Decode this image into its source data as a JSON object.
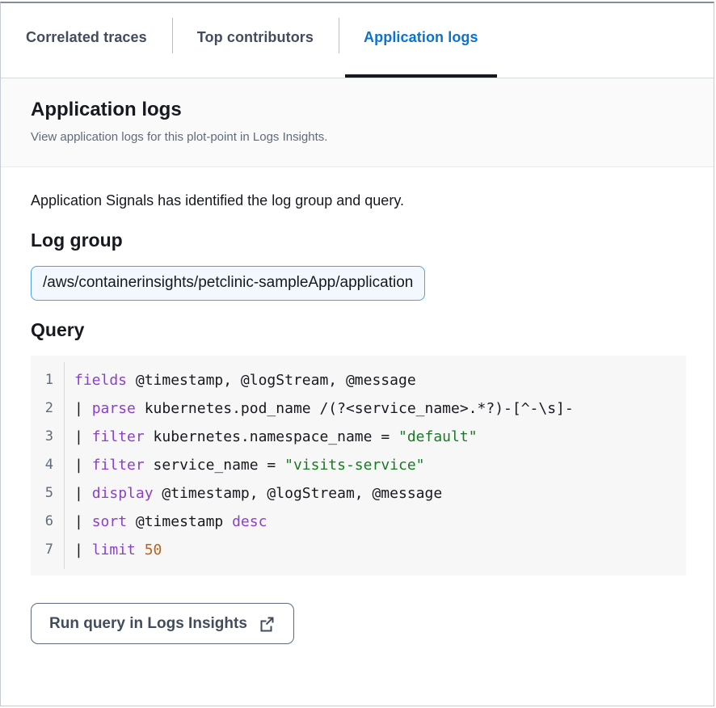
{
  "tabs": [
    {
      "label": "Correlated traces",
      "active": false,
      "name": "tab-correlated-traces"
    },
    {
      "label": "Top contributors",
      "active": false,
      "name": "tab-top-contributors"
    },
    {
      "label": "Application logs",
      "active": true,
      "name": "tab-application-logs"
    }
  ],
  "section": {
    "title": "Application logs",
    "subtitle": "View application logs for this plot-point in Logs Insights."
  },
  "content": {
    "intro": "Application Signals has identified the log group and query.",
    "log_group_label": "Log group",
    "log_group_value": "/aws/containerinsights/petclinic-sampleApp/application",
    "query_label": "Query"
  },
  "query": {
    "lines": [
      {
        "number": "1",
        "segments": [
          {
            "text": "fields",
            "style": "kw"
          },
          {
            "text": " @timestamp, @logStream, @message",
            "style": "plain"
          }
        ]
      },
      {
        "number": "2",
        "segments": [
          {
            "text": "| ",
            "style": "pipe"
          },
          {
            "text": "parse",
            "style": "kw"
          },
          {
            "text": " kubernetes.pod_name /(?<service_name>.*?)-[^-\\s]-",
            "style": "plain"
          }
        ]
      },
      {
        "number": "3",
        "segments": [
          {
            "text": "| ",
            "style": "pipe"
          },
          {
            "text": "filter",
            "style": "kw"
          },
          {
            "text": " kubernetes.namespace_name = ",
            "style": "plain"
          },
          {
            "text": "\"default\"",
            "style": "str"
          }
        ]
      },
      {
        "number": "4",
        "segments": [
          {
            "text": "| ",
            "style": "pipe"
          },
          {
            "text": "filter",
            "style": "kw"
          },
          {
            "text": " service_name = ",
            "style": "plain"
          },
          {
            "text": "\"visits-service\"",
            "style": "str"
          }
        ]
      },
      {
        "number": "5",
        "segments": [
          {
            "text": "| ",
            "style": "pipe"
          },
          {
            "text": "display",
            "style": "kw"
          },
          {
            "text": " @timestamp, @logStream, @message",
            "style": "plain"
          }
        ]
      },
      {
        "number": "6",
        "segments": [
          {
            "text": "| ",
            "style": "pipe"
          },
          {
            "text": "sort",
            "style": "kw"
          },
          {
            "text": " @timestamp ",
            "style": "plain"
          },
          {
            "text": "desc",
            "style": "kw"
          }
        ]
      },
      {
        "number": "7",
        "segments": [
          {
            "text": "| ",
            "style": "pipe"
          },
          {
            "text": "limit",
            "style": "kw"
          },
          {
            "text": " ",
            "style": "plain"
          },
          {
            "text": "50",
            "style": "num"
          }
        ]
      }
    ]
  },
  "actions": {
    "run_query_label": "Run query in Logs Insights",
    "run_query_icon": "external-link-icon"
  },
  "colors": {
    "accent_blue": "#0972d3",
    "active_underline": "#16191f",
    "token_bg": "#f2f8fd",
    "token_border": "#539fe5",
    "code_bg": "#f7f7f7",
    "keyword": "#8c40c8",
    "string": "#1a7a23",
    "number": "#b5651d"
  }
}
